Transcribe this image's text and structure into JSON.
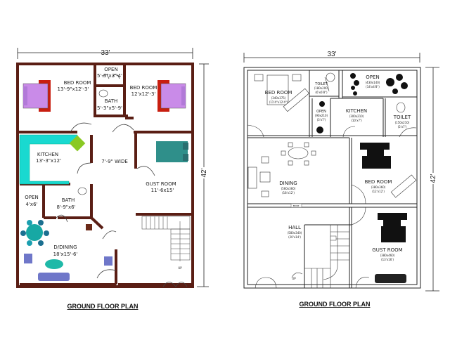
{
  "left_plan": {
    "width_dim": "33'",
    "height_dim": "42'",
    "title": "GROUND FLOOR PLAN",
    "rooms": {
      "bed_room_1": {
        "name": "BED ROOM",
        "size": "13'-9\"x12'-3'"
      },
      "open_top": {
        "name": "OPEN",
        "size": "5'-3\"x3'-4'"
      },
      "bath_top": {
        "name": "BATH",
        "size": "5'-3\"x5'-9'"
      },
      "bed_room_2": {
        "name": "BED ROOM",
        "size": "12'x12'-3'"
      },
      "kitchen": {
        "name": "KITCHEN",
        "size": "13'-3\"x12'"
      },
      "corridor": {
        "name": "7'-9\" WIDE"
      },
      "gust_room": {
        "name": "GUST ROOM",
        "size": "11'-6x15'"
      },
      "open_small": {
        "name": "OPEN",
        "size": "4'x6'"
      },
      "bath": {
        "name": "BATH",
        "size": "8'-9\"x6'"
      },
      "dining": {
        "name": "D/DINING",
        "size": "18'x15'-6'"
      }
    },
    "stair_label": "UP",
    "colors": {
      "wall": "#5a1e14",
      "bed": "#c98be8",
      "counter": "#19d9d0",
      "furniture": "#6f77c9"
    }
  },
  "right_plan": {
    "width_dim": "33'",
    "height_dim": "42'",
    "title": "GROUND FLOOR PLAN",
    "rooms": {
      "bed_room_1": {
        "name": "BED ROOM",
        "size_cm": "(340x375)",
        "size_ft": "(11'4\"x12'4\")"
      },
      "toilet_1": {
        "name": "TOILET",
        "size_cm": "(180x200)",
        "size_ft": "(6'x6'8\")"
      },
      "open_top": {
        "name": "OPEN",
        "size_cm": "(430x140)",
        "size_ft": "(14'x4'8\")"
      },
      "open_small": {
        "name": "OPEN",
        "size_cm": "(90x210)",
        "size_ft": "(3'x7')"
      },
      "kitchen": {
        "name": "KITCHEN",
        "size_cm": "(300x210)",
        "size_ft": "(10'x7')"
      },
      "toilet_2": {
        "name": "TOILET",
        "size_cm": "(150x210)",
        "size_ft": "(5'x7')"
      },
      "dining": {
        "name": "DINING",
        "size_cm": "(560x360)",
        "size_ft": "(18'x12')"
      },
      "bed_room_2": {
        "name": "BED ROOM",
        "size_cm": "(380x360)",
        "size_ft": "(12'x12')"
      },
      "hall": {
        "name": "HALL",
        "size_cm": "(580x340)",
        "size_ft": "(20'x14')"
      },
      "gust_room": {
        "name": "GUST ROOM",
        "size_cm": "(380x460)",
        "size_ft": "(13'x16')"
      }
    },
    "beam_label": "BEAM",
    "stair_label": "UP"
  }
}
